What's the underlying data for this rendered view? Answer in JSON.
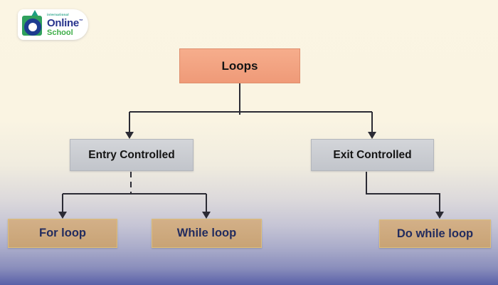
{
  "logo": {
    "tagline": "international",
    "name_line1": "Online",
    "trademark": "™",
    "name_line2": "School"
  },
  "nodes": {
    "root": "Loops",
    "entry": "Entry Controlled",
    "exit": "Exit Controlled",
    "for_loop": "For loop",
    "while_loop": "While loop",
    "do_while_loop": "Do while loop"
  },
  "diagram": {
    "type": "tree",
    "edges": [
      {
        "from": "Loops",
        "to": "Entry Controlled",
        "style": "solid-arrow"
      },
      {
        "from": "Loops",
        "to": "Exit Controlled",
        "style": "solid-arrow"
      },
      {
        "from": "Entry Controlled",
        "to": "For loop",
        "style": "dashed-stem-arrow"
      },
      {
        "from": "Entry Controlled",
        "to": "While loop",
        "style": "dashed-stem-arrow"
      },
      {
        "from": "Exit Controlled",
        "to": "Do while loop",
        "style": "solid-arrow"
      }
    ]
  },
  "colors": {
    "root_box": "#F2A384",
    "branch_box": "#C9CCD1",
    "leaf_box": "#CEAA7E",
    "leaf_text": "#232C5E",
    "connector": "#2B2B34",
    "background_top": "#FBF5E3",
    "background_bottom": "#5A61A8",
    "logo_blue": "#27338C",
    "logo_green": "#3FAE49",
    "logo_teal": "#1C9E82"
  }
}
